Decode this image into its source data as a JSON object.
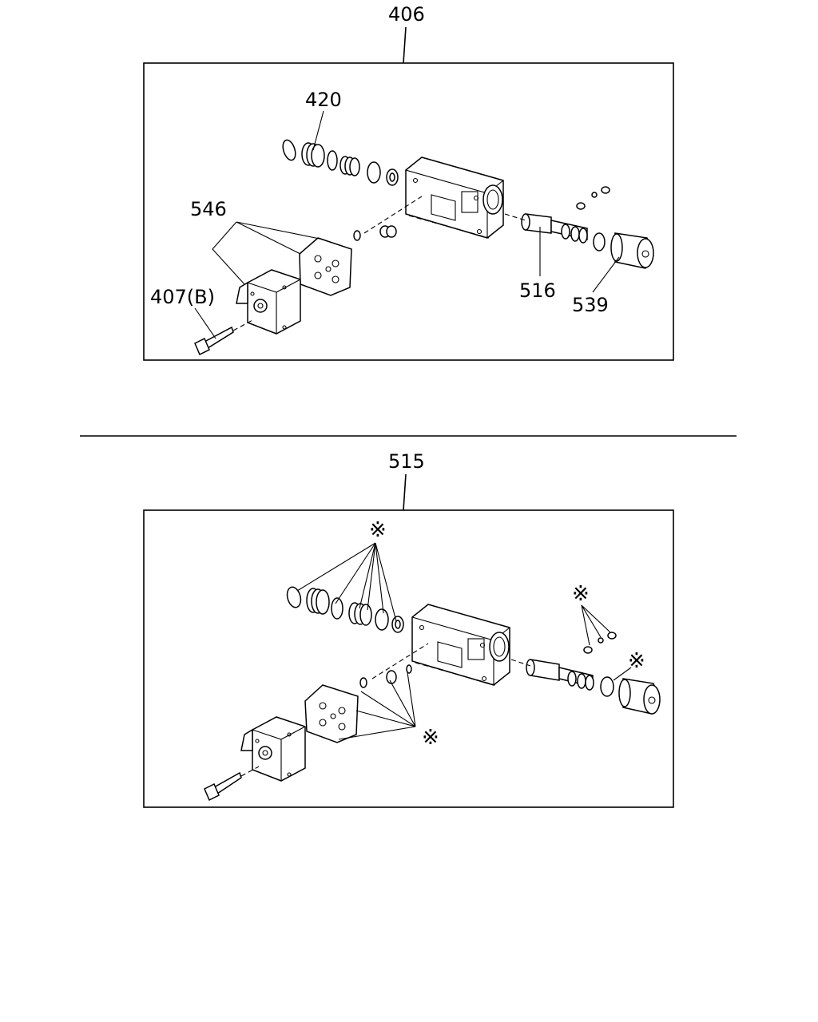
{
  "diagram": {
    "top": {
      "assembly_label": "406",
      "callouts": {
        "seal_kit": "420",
        "gasket": "546",
        "bolt": "407(B)",
        "spool": "516",
        "plug": "539"
      }
    },
    "bottom": {
      "assembly_label": "515",
      "kit_marks": [
        "※",
        "※",
        "※",
        "※"
      ]
    }
  }
}
